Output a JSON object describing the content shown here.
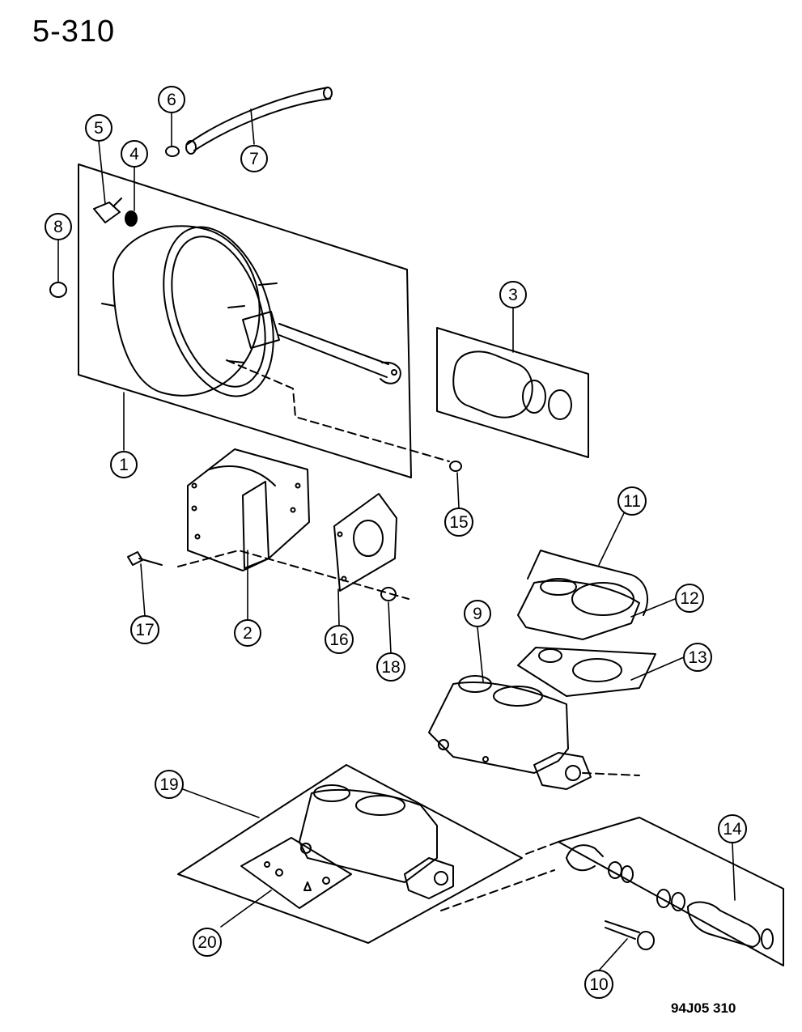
{
  "page_number": "5-310",
  "figure_code": "94J05 310",
  "callouts": [
    {
      "id": "callout-1",
      "label": "1"
    },
    {
      "id": "callout-2",
      "label": "2"
    },
    {
      "id": "callout-3",
      "label": "3"
    },
    {
      "id": "callout-4",
      "label": "4"
    },
    {
      "id": "callout-5",
      "label": "5"
    },
    {
      "id": "callout-6",
      "label": "6"
    },
    {
      "id": "callout-7",
      "label": "7"
    },
    {
      "id": "callout-8",
      "label": "8"
    },
    {
      "id": "callout-9",
      "label": "9"
    },
    {
      "id": "callout-10",
      "label": "10"
    },
    {
      "id": "callout-11",
      "label": "11"
    },
    {
      "id": "callout-12",
      "label": "12"
    },
    {
      "id": "callout-13",
      "label": "13"
    },
    {
      "id": "callout-14",
      "label": "14"
    },
    {
      "id": "callout-15",
      "label": "15"
    },
    {
      "id": "callout-16",
      "label": "16"
    },
    {
      "id": "callout-17",
      "label": "17"
    },
    {
      "id": "callout-18",
      "label": "18"
    },
    {
      "id": "callout-19",
      "label": "19"
    },
    {
      "id": "callout-20",
      "label": "20"
    }
  ]
}
